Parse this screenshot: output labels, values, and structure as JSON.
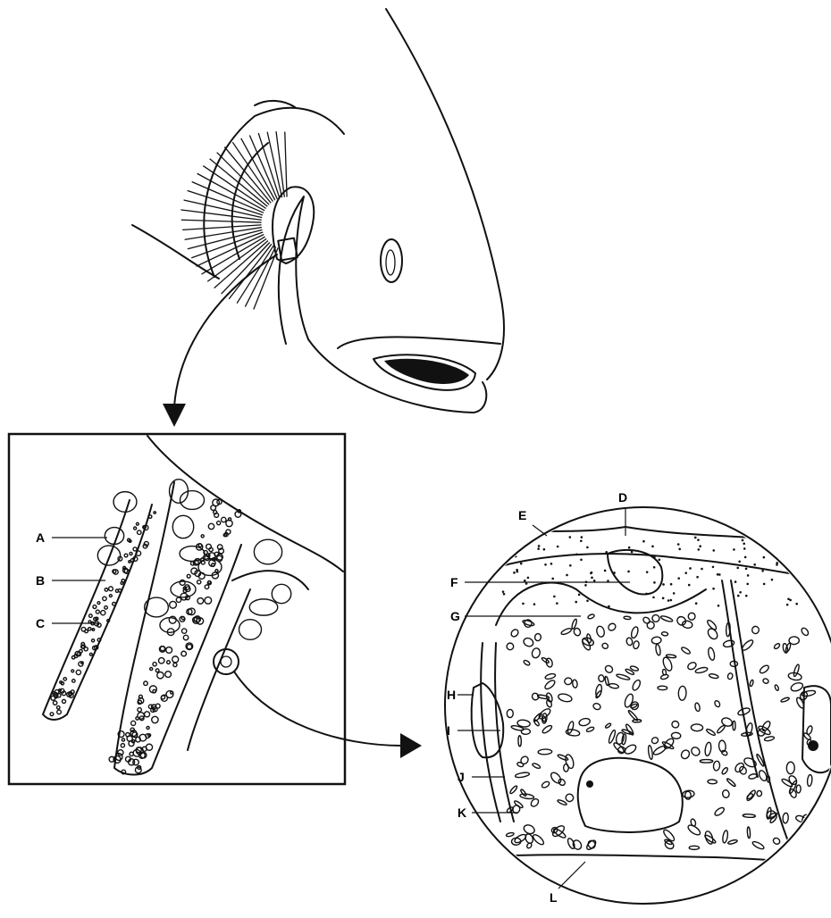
{
  "diagram": {
    "section_labels": [
      "A",
      "B",
      "C"
    ],
    "detail_labels": [
      "D",
      "E",
      "F",
      "G",
      "H",
      "I",
      "J",
      "K",
      "L"
    ]
  }
}
